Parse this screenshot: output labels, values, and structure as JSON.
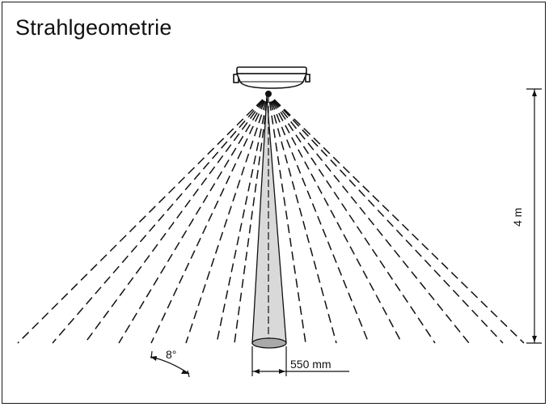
{
  "title": "Strahlgeometrie",
  "labels": {
    "angle": "8°",
    "diameter": "550 mm",
    "height": "4 m"
  },
  "icons": {
    "sensor": "radar-sensor-icon"
  },
  "colors": {
    "line": "#111111",
    "cone_fill": "#d9d9d9",
    "ellipse_fill": "#a9a9a9"
  }
}
